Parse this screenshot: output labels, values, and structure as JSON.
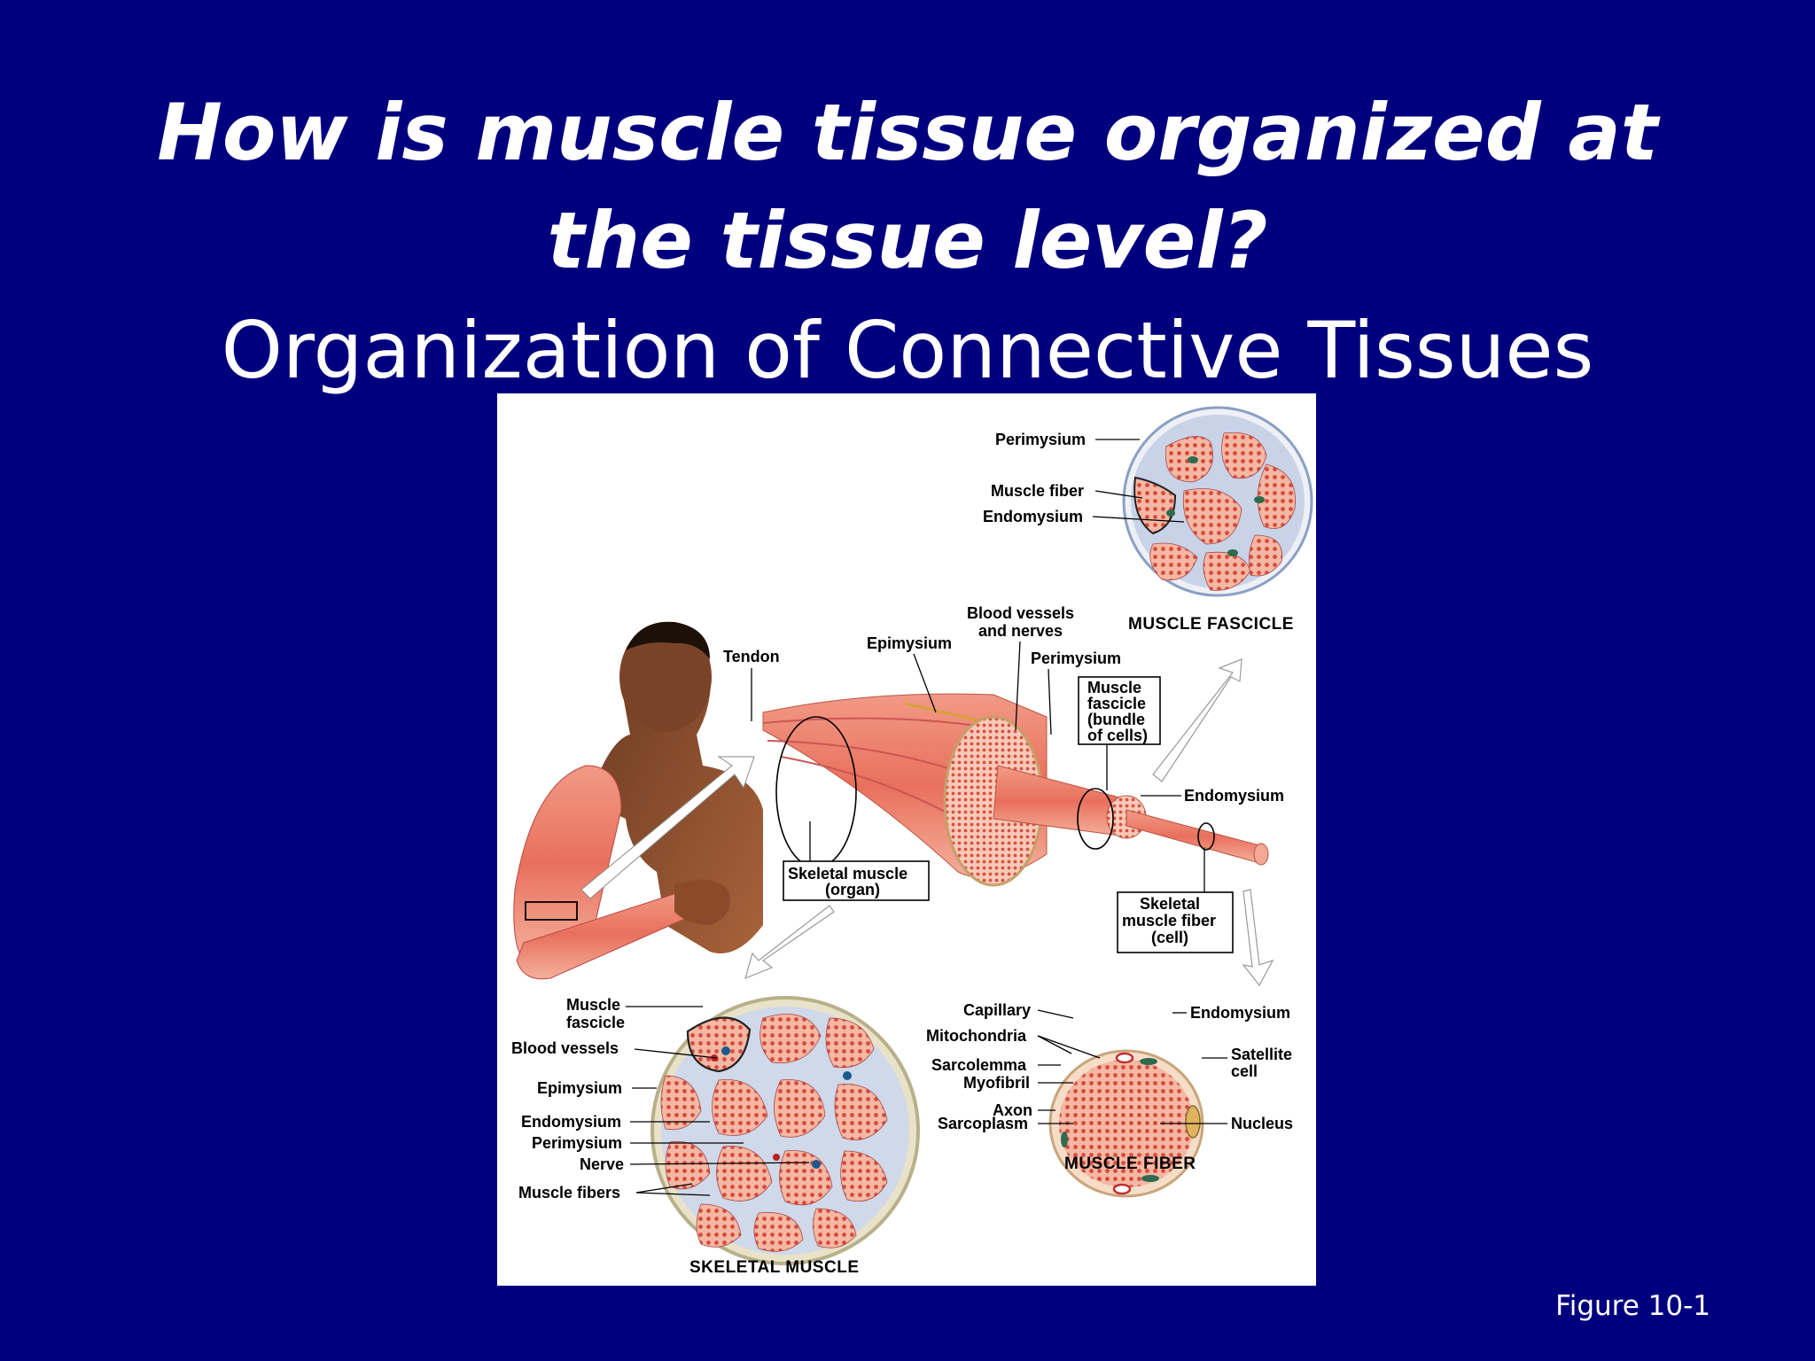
{
  "slide": {
    "title_line1": "How is muscle tissue organized at",
    "title_line2": "the tissue level?",
    "subtitle": "Organization of Connective Tissues",
    "figure_number": "Figure 10-1"
  },
  "figure": {
    "labels": {
      "perimysium_top": "Perimysium",
      "muscle_fiber_top": "Muscle fiber",
      "endomysium_top": "Endomysium",
      "muscle_fascicle_caption": "MUSCLE FASCICLE",
      "blood_vessels_nerves_1": "Blood vessels",
      "blood_vessels_nerves_2": "and nerves",
      "epimysium_mid": "Epimysium",
      "tendon": "Tendon",
      "perimysium_mid": "Perimysium",
      "muscle_fascicle_box_1": "Muscle",
      "muscle_fascicle_box_2": "fascicle",
      "muscle_fascicle_box_3": "(bundle",
      "muscle_fascicle_box_4": "of cells)",
      "endomysium_mid": "Endomysium",
      "skeletal_muscle_organ_1": "Skeletal muscle",
      "skeletal_muscle_organ_2": "(organ)",
      "skeletal_fiber_cell_1": "Skeletal",
      "skeletal_fiber_cell_2": "muscle fiber",
      "skeletal_fiber_cell_3": "(cell)",
      "muscle_fascicle_bl_1": "Muscle",
      "muscle_fascicle_bl_2": "fascicle",
      "blood_vessels_bl": "Blood vessels",
      "epimysium_bl": "Epimysium",
      "endomysium_bl": "Endomysium",
      "perimysium_bl": "Perimysium",
      "nerve_bl": "Nerve",
      "muscle_fibers_bl": "Muscle fibers",
      "skeletal_muscle_caption": "SKELETAL MUSCLE",
      "capillary": "Capillary",
      "mitochondria": "Mitochondria",
      "sarcolemma": "Sarcolemma",
      "myofibril": "Myofibril",
      "axon": "Axon",
      "sarcoplasm": "Sarcoplasm",
      "endomysium_br": "Endomysium",
      "satellite_cell_1": "Satellite",
      "satellite_cell_2": "cell",
      "nucleus": "Nucleus",
      "muscle_fiber_caption": "MUSCLE FIBER"
    }
  }
}
